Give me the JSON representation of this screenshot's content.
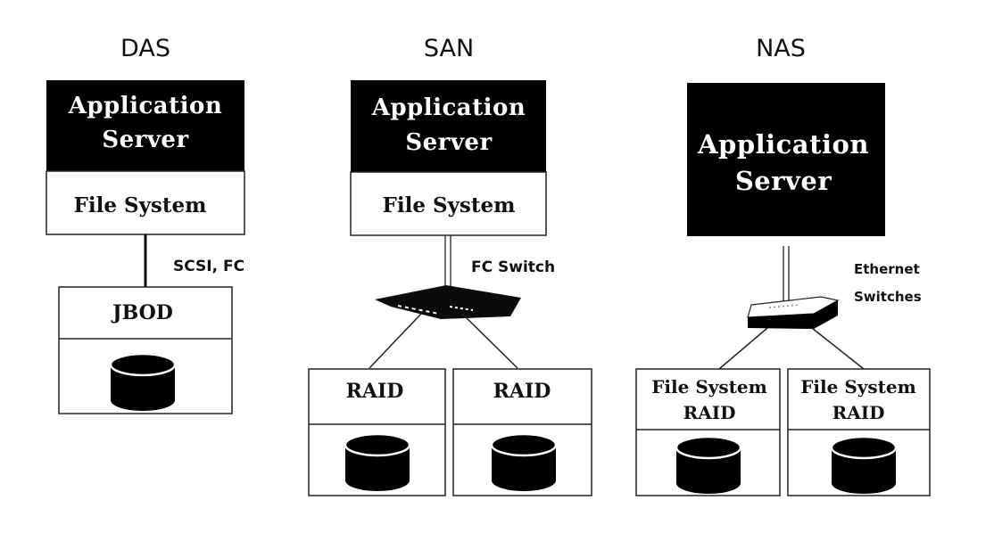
{
  "das": {
    "heading": "DAS",
    "server_line1": "Application",
    "server_line2": "Server",
    "file_system": "File System",
    "link_label": "SCSI, FC",
    "storage_label": "JBOD"
  },
  "san": {
    "heading": "SAN",
    "server_line1": "Application",
    "server_line2": "Server",
    "file_system": "File System",
    "switch_label": "FC Switch",
    "raid_left": "RAID",
    "raid_right": "RAID"
  },
  "nas": {
    "heading": "NAS",
    "server_line1": "Application",
    "server_line2": "Server",
    "switch_label_line1": "Ethernet",
    "switch_label_line2": "Switches",
    "left_line1": "File System",
    "left_line2": "RAID",
    "right_line1": "File System",
    "right_line2": "RAID"
  },
  "icons": [
    "disk-cylinder-icon",
    "fc-switch-icon",
    "ethernet-switch-icon"
  ],
  "colors": {
    "server_fill": "#000000",
    "text_on_dark": "#ffffff",
    "line": "#222222"
  }
}
